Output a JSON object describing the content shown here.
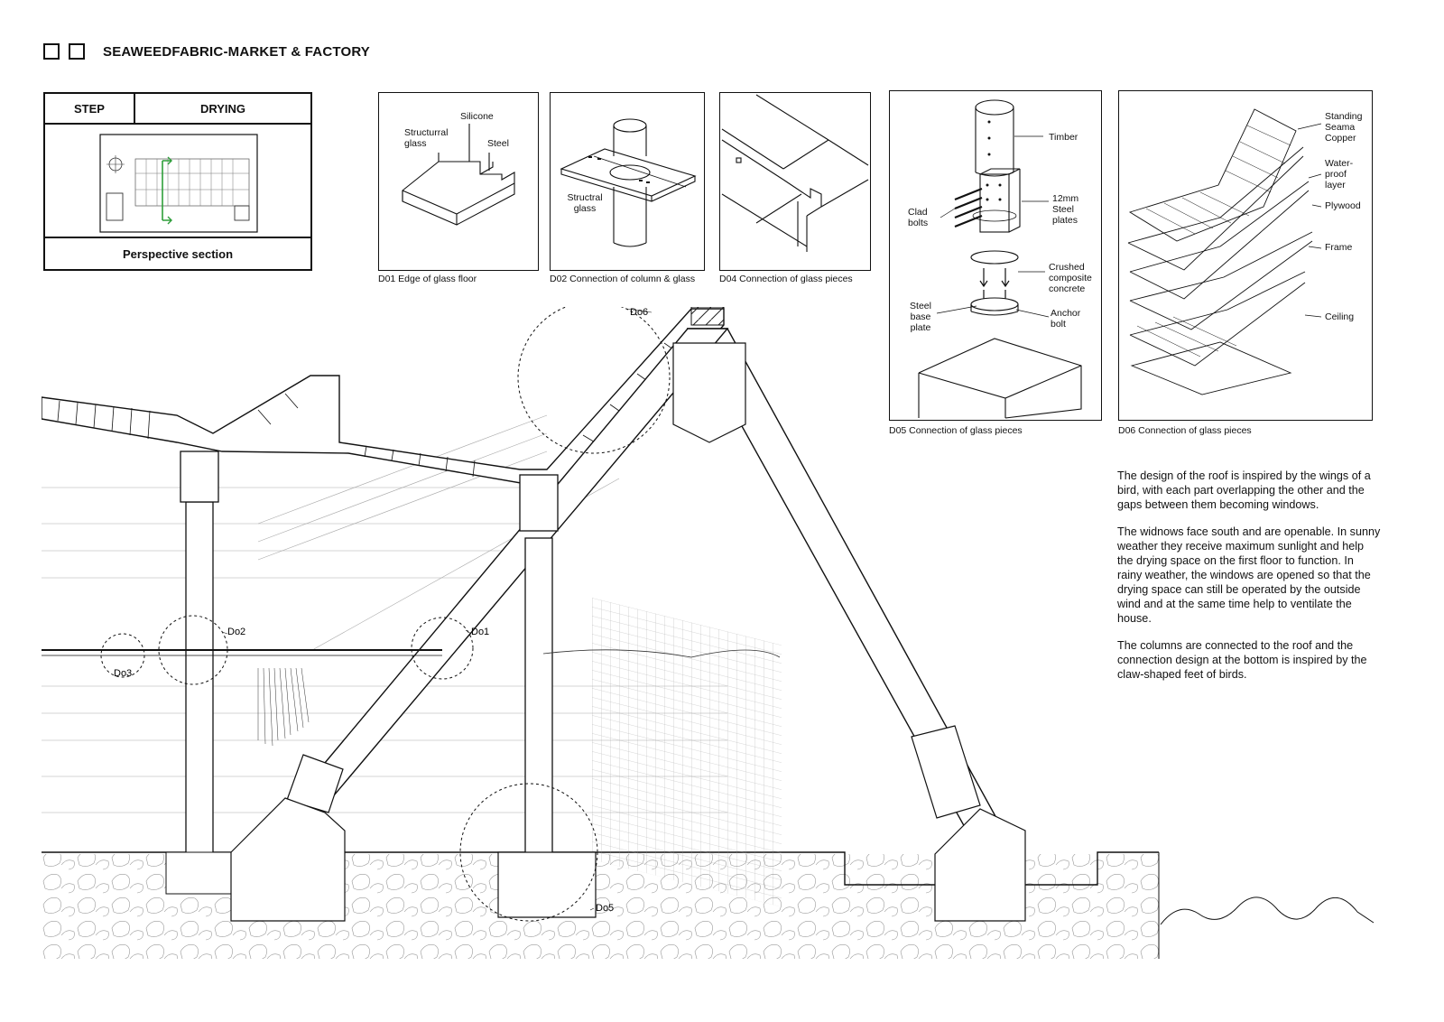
{
  "header": {
    "title": "SEAWEEDFABRIC-MARKET & FACTORY"
  },
  "step_box": {
    "step_label": "STEP",
    "step_value": "DRYING",
    "footer": "Perspective section"
  },
  "details": {
    "d01": {
      "caption": "D01 Edge of glass floor",
      "labels": [
        "Silicone",
        "Structurral glass",
        "Steel"
      ]
    },
    "d02": {
      "caption": "D02 Connection of column & glass",
      "labels": [
        "Structral glass"
      ]
    },
    "d04": {
      "caption": "D04 Connection of glass pieces"
    },
    "d05": {
      "caption": "D05 Connection of glass pieces",
      "labels": [
        "Timber",
        "12mm Steel plates",
        "Clad bolts",
        "Crushed composite concrete",
        "Steel base plate",
        "Anchor bolt"
      ]
    },
    "d06": {
      "caption": "D06 Connection of glass pieces",
      "labels": [
        "Standing Seama Copper",
        "Water-proof layer",
        "Plywood",
        "Frame",
        "Ceiling"
      ]
    }
  },
  "section_markers": [
    "Do6",
    "Do2",
    "Do1",
    "Do3",
    "Do5"
  ],
  "description": [
    "The design of the roof is inspired by the wings of a bird, with each part overlapping the other and the gaps between them becoming windows.",
    "The widnows face south and are openable. In sunny weather they receive maximum sunlight and help the drying space on the first floor to function. In rainy weather, the windows are opened so that the drying space can still be operated by the outside wind and at the same time help to ventilate the house.",
    "The columns are connected to the roof and the connection design at the bottom is inspired by the claw-shaped feet of birds."
  ],
  "colors": {
    "ink": "#111111",
    "accent_green": "#2e9e3a"
  }
}
